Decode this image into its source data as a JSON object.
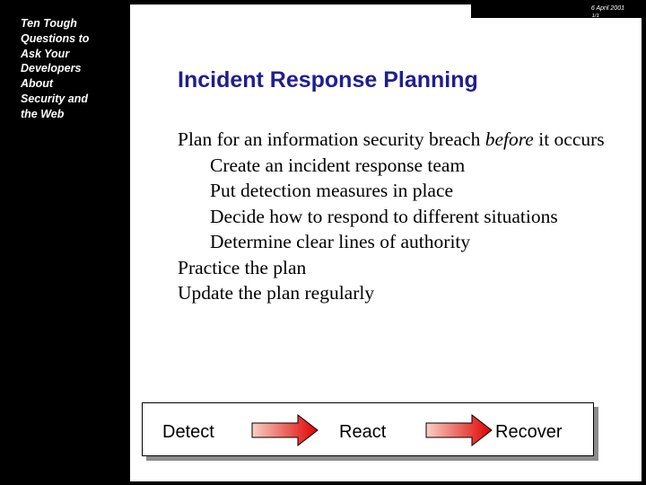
{
  "sidebar": {
    "title_lines": [
      "Ten Tough",
      "Questions to",
      "Ask Your",
      "Developers",
      "About",
      "Security and",
      "the Web"
    ]
  },
  "header": {
    "date": "6 April 2001",
    "page_number": "1/1"
  },
  "slide": {
    "title": "Incident Response Planning",
    "bullets": [
      {
        "level": 1,
        "parts": [
          {
            "text": "Plan for an information security breach ",
            "italic": false
          },
          {
            "text": "before",
            "italic": true
          },
          {
            "text": " it occurs",
            "italic": false
          }
        ]
      },
      {
        "level": 2,
        "parts": [
          {
            "text": "Create an incident response team",
            "italic": false
          }
        ]
      },
      {
        "level": 2,
        "parts": [
          {
            "text": "Put detection measures in place",
            "italic": false
          }
        ]
      },
      {
        "level": 2,
        "parts": [
          {
            "text": "Decide how to respond to different situations",
            "italic": false
          }
        ]
      },
      {
        "level": 2,
        "parts": [
          {
            "text": "Determine clear lines of authority",
            "italic": false
          }
        ]
      },
      {
        "level": 1,
        "parts": [
          {
            "text": "Practice the plan",
            "italic": false
          }
        ]
      },
      {
        "level": 1,
        "parts": [
          {
            "text": "Update the plan regularly",
            "italic": false
          }
        ]
      }
    ]
  },
  "flow": {
    "steps": [
      "Detect",
      "React",
      "Recover"
    ],
    "arrow_icon": "right-arrow-icon"
  },
  "colors": {
    "background": "#000000",
    "panel": "#ffffff",
    "title": "#1f1f8f",
    "arrow_start": "#f8d0c4",
    "arrow_end": "#e00000"
  }
}
